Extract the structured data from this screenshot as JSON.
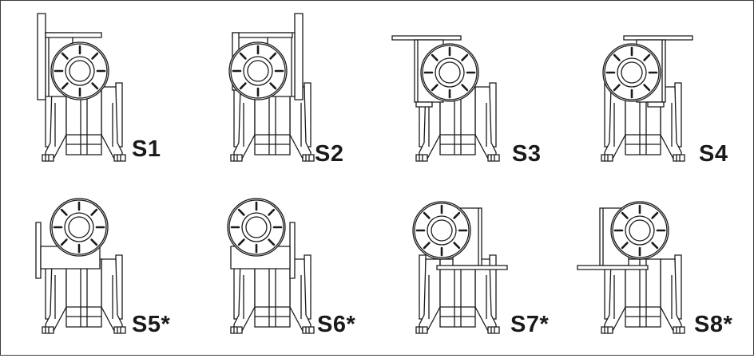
{
  "diagram": {
    "labels": [
      "S1",
      "S2",
      "S3",
      "S4",
      "S5*",
      "S6*",
      "S7*",
      "S8*"
    ]
  }
}
